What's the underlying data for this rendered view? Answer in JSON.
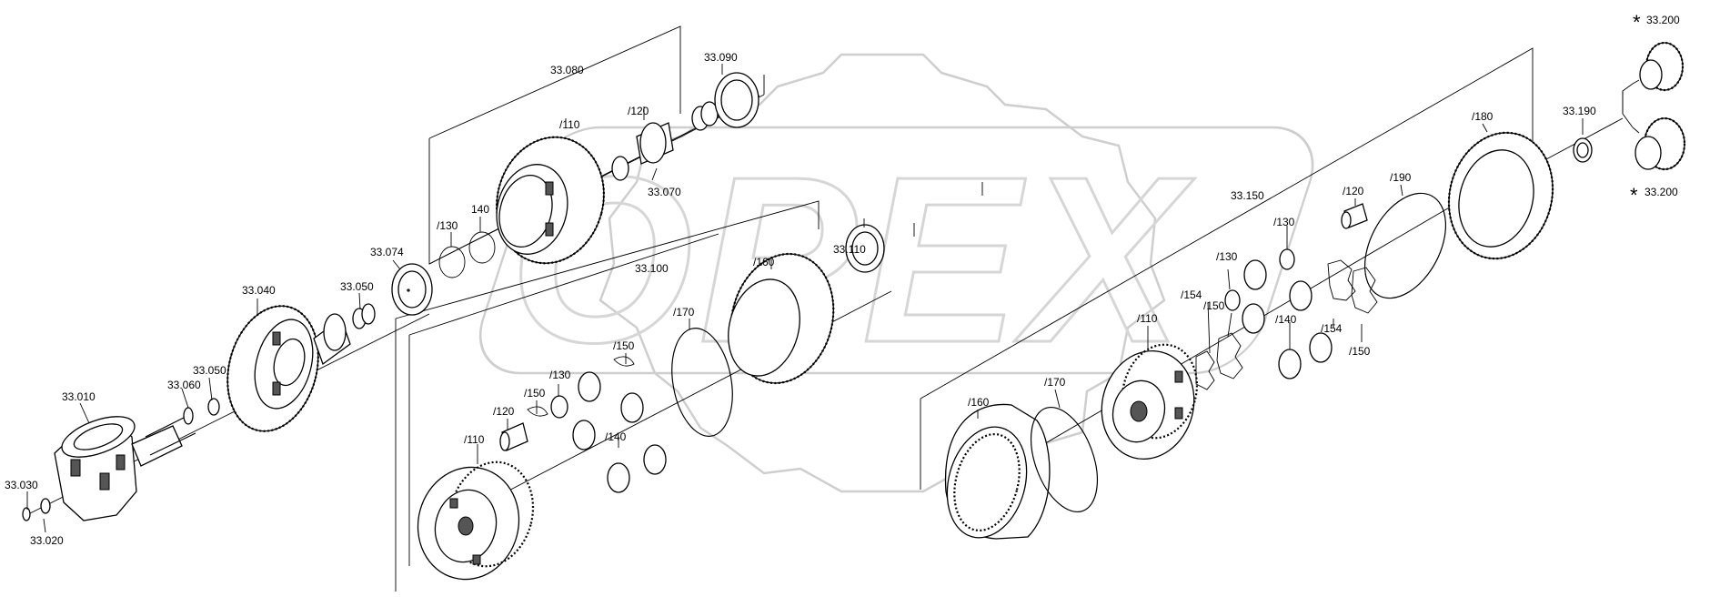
{
  "watermark": "OPEX",
  "corner_mark": "",
  "labels": [
    {
      "id": "l-33010",
      "text": "33.010"
    },
    {
      "id": "l-33020",
      "text": "33.020"
    },
    {
      "id": "l-33030",
      "text": "33.030"
    },
    {
      "id": "l-33040",
      "text": "33.040"
    },
    {
      "id": "l-33050a",
      "text": "33.050"
    },
    {
      "id": "l-33050b",
      "text": "33.050"
    },
    {
      "id": "l-33060",
      "text": "33.060"
    },
    {
      "id": "l-33070",
      "text": "33.070"
    },
    {
      "id": "l-33074",
      "text": "33.074"
    },
    {
      "id": "l-33080",
      "text": "33.080"
    },
    {
      "id": "l-33090",
      "text": "33.090"
    },
    {
      "id": "l-33100",
      "text": "33.100"
    },
    {
      "id": "l-33110",
      "text": "33.110"
    },
    {
      "id": "l-33150",
      "text": "33.150"
    },
    {
      "id": "l-33190",
      "text": "33.190"
    },
    {
      "id": "l-33200a",
      "text": "33.200"
    },
    {
      "id": "l-33200b",
      "text": "33.200"
    },
    {
      "id": "l-a110",
      "text": "/110"
    },
    {
      "id": "l-a120",
      "text": "/120"
    },
    {
      "id": "l-a130",
      "text": "/130"
    },
    {
      "id": "l-a140",
      "text": "140"
    },
    {
      "id": "l-b160",
      "text": "/160"
    },
    {
      "id": "l-b170",
      "text": "/170"
    },
    {
      "id": "l-b150a",
      "text": "/150"
    },
    {
      "id": "l-b150b",
      "text": "/150"
    },
    {
      "id": "l-b130",
      "text": "/130"
    },
    {
      "id": "l-b120",
      "text": "/120"
    },
    {
      "id": "l-b140",
      "text": "/140"
    },
    {
      "id": "l-b110",
      "text": "/110"
    },
    {
      "id": "l-c180",
      "text": "/180"
    },
    {
      "id": "l-c190",
      "text": "/190"
    },
    {
      "id": "l-c120",
      "text": "/120"
    },
    {
      "id": "l-c130a",
      "text": "/130"
    },
    {
      "id": "l-c130b",
      "text": "/130"
    },
    {
      "id": "l-c154a",
      "text": "/154"
    },
    {
      "id": "l-c150a",
      "text": "/150"
    },
    {
      "id": "l-c110",
      "text": "/110"
    },
    {
      "id": "l-c140",
      "text": "/140"
    },
    {
      "id": "l-c154b",
      "text": "/154"
    },
    {
      "id": "l-c150b",
      "text": "/150"
    },
    {
      "id": "l-c170",
      "text": "/170"
    },
    {
      "id": "l-c160",
      "text": "/160"
    }
  ],
  "asterisks": [
    "*",
    "*"
  ]
}
